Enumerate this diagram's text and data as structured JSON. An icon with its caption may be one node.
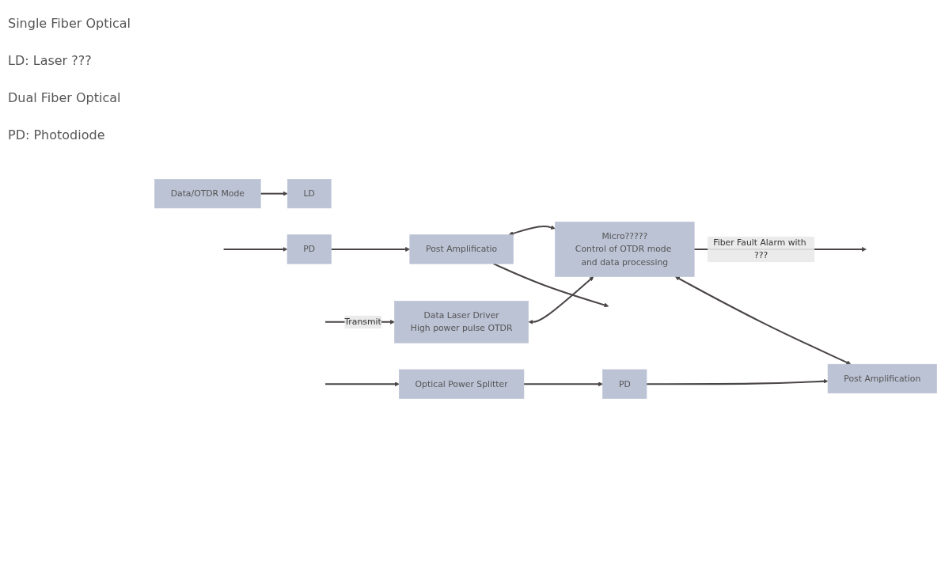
{
  "diagram": {
    "nodes": [
      {
        "text": [
          "LD"
        ]
      },
      {
        "text": [
          "Data/OTDR Mode"
        ]
      },
      {
        "text": [
          "Data Laser Driver",
          "High power pulse OTDR"
        ]
      },
      {
        "text": [
          "Optical Power Splitter"
        ]
      },
      {
        "text": [
          "Micro?????",
          "Control of OTDR mode and data processing"
        ]
      },
      {
        "text": [
          "PD"
        ]
      },
      {
        "text": [
          "Post Amplification"
        ]
      },
      {
        "text": [
          "PD"
        ]
      },
      {
        "text": [
          "Post Amplificatio"
        ]
      }
    ],
    "edges": [
      {
        "from": 1,
        "to": 0,
        "arrow": "to"
      },
      {
        "from": null,
        "to": 2,
        "arrow": "to",
        "label": "Transmit"
      },
      {
        "from": 2,
        "to": 4,
        "arrow": "both"
      },
      {
        "from": null,
        "to": 3,
        "arrow": "to"
      },
      {
        "from": 4,
        "to": null,
        "arrow": "to",
        "label": "Fiber Fault Alarm with ???"
      },
      {
        "from": 3,
        "to": 5,
        "arrow": "to"
      },
      {
        "from": 5,
        "to": 6,
        "arrow": "to"
      },
      {
        "from": 4,
        "to": 6,
        "arrow": "both"
      },
      {
        "from": 8,
        "to": 4,
        "arrow": "both"
      },
      {
        "from": null,
        "to": 7,
        "arrow": "to"
      },
      {
        "from": 7,
        "to": 8,
        "arrow": "to"
      },
      {
        "from": 8,
        "to": null,
        "arrow": "to"
      }
    ],
    "labels": [
      "Single Fiber Optical",
      "LD: Laser ???",
      "Dual Fiber Optical",
      "PD: Photodiode"
    ]
  }
}
